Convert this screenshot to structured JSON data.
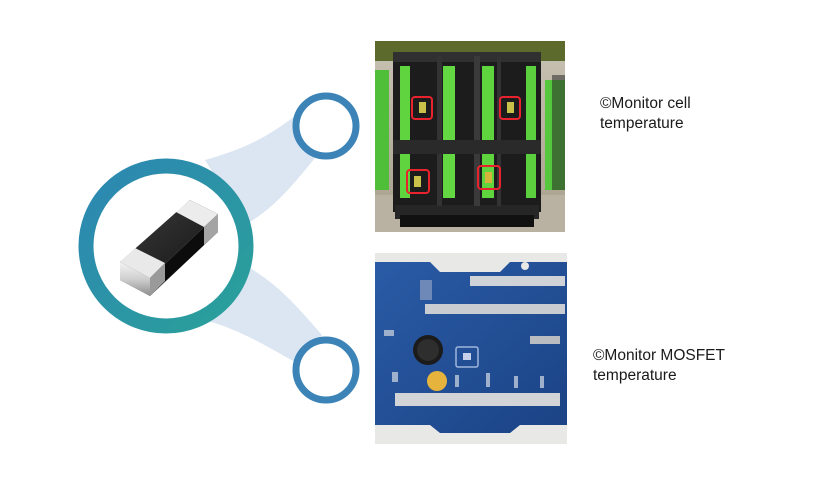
{
  "labels": {
    "cell": {
      "line1": "©Monitor cell",
      "line2": "temperature"
    },
    "mosfet": {
      "line1": "©Monitor MOSFET",
      "line2": "temperature"
    }
  },
  "colors": {
    "ring_gradient_start": "#2e7fb5",
    "ring_gradient_end": "#2ba39a",
    "connector_fill": "#dbe7f3",
    "small_ring": "#3d85b8",
    "pcb_blue": "#1f4f97",
    "cell_green": "#5dd13f",
    "marker_red": "#e8232e"
  },
  "icons": {
    "component": "smd-thermistor-chip",
    "top_photo": "battery-pack-photo",
    "bottom_photo": "pcb-board-photo"
  }
}
